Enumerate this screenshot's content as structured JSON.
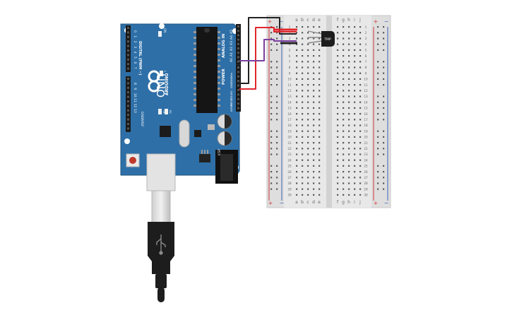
{
  "board": {
    "logo": "ARDUINO",
    "model": "UNO",
    "digital_label": "DIGITAL (PWM ~)",
    "analog_label": "ANALOG IN",
    "power_label": "POWER",
    "icsp_label": "ICSP",
    "aref_label": "AREF",
    "gnd_label": "GND",
    "on_label": "ON",
    "tx_label": "TX",
    "rx_label": "RX",
    "l_label": "L",
    "digital_pins": [
      "0",
      "1",
      "2",
      "3",
      "4",
      "5",
      "6",
      "7",
      "8",
      "9",
      "10",
      "11",
      "12",
      "13"
    ],
    "analog_pins": [
      "A0",
      "A1",
      "A2",
      "A3",
      "A4",
      "A5"
    ],
    "power_pins": [
      "IOREF",
      "RESET",
      "3.3V",
      "5V",
      "GND",
      "GND",
      "Vin"
    ]
  },
  "breadboard": {
    "columns_left": [
      "a",
      "b",
      "c",
      "d",
      "e"
    ],
    "columns_right": [
      "f",
      "g",
      "h",
      "i",
      "j"
    ],
    "row_count": 30,
    "rail_plus": "+",
    "rail_minus": "−"
  },
  "sensor": {
    "label": "TMP"
  },
  "colors": {
    "board_blue": "#2e6fa7",
    "wire_red": "#e0262b",
    "wire_black": "#222222",
    "wire_purple": "#7b3fa0",
    "rail_red": "#d33333",
    "rail_blue": "#3b63b8"
  }
}
